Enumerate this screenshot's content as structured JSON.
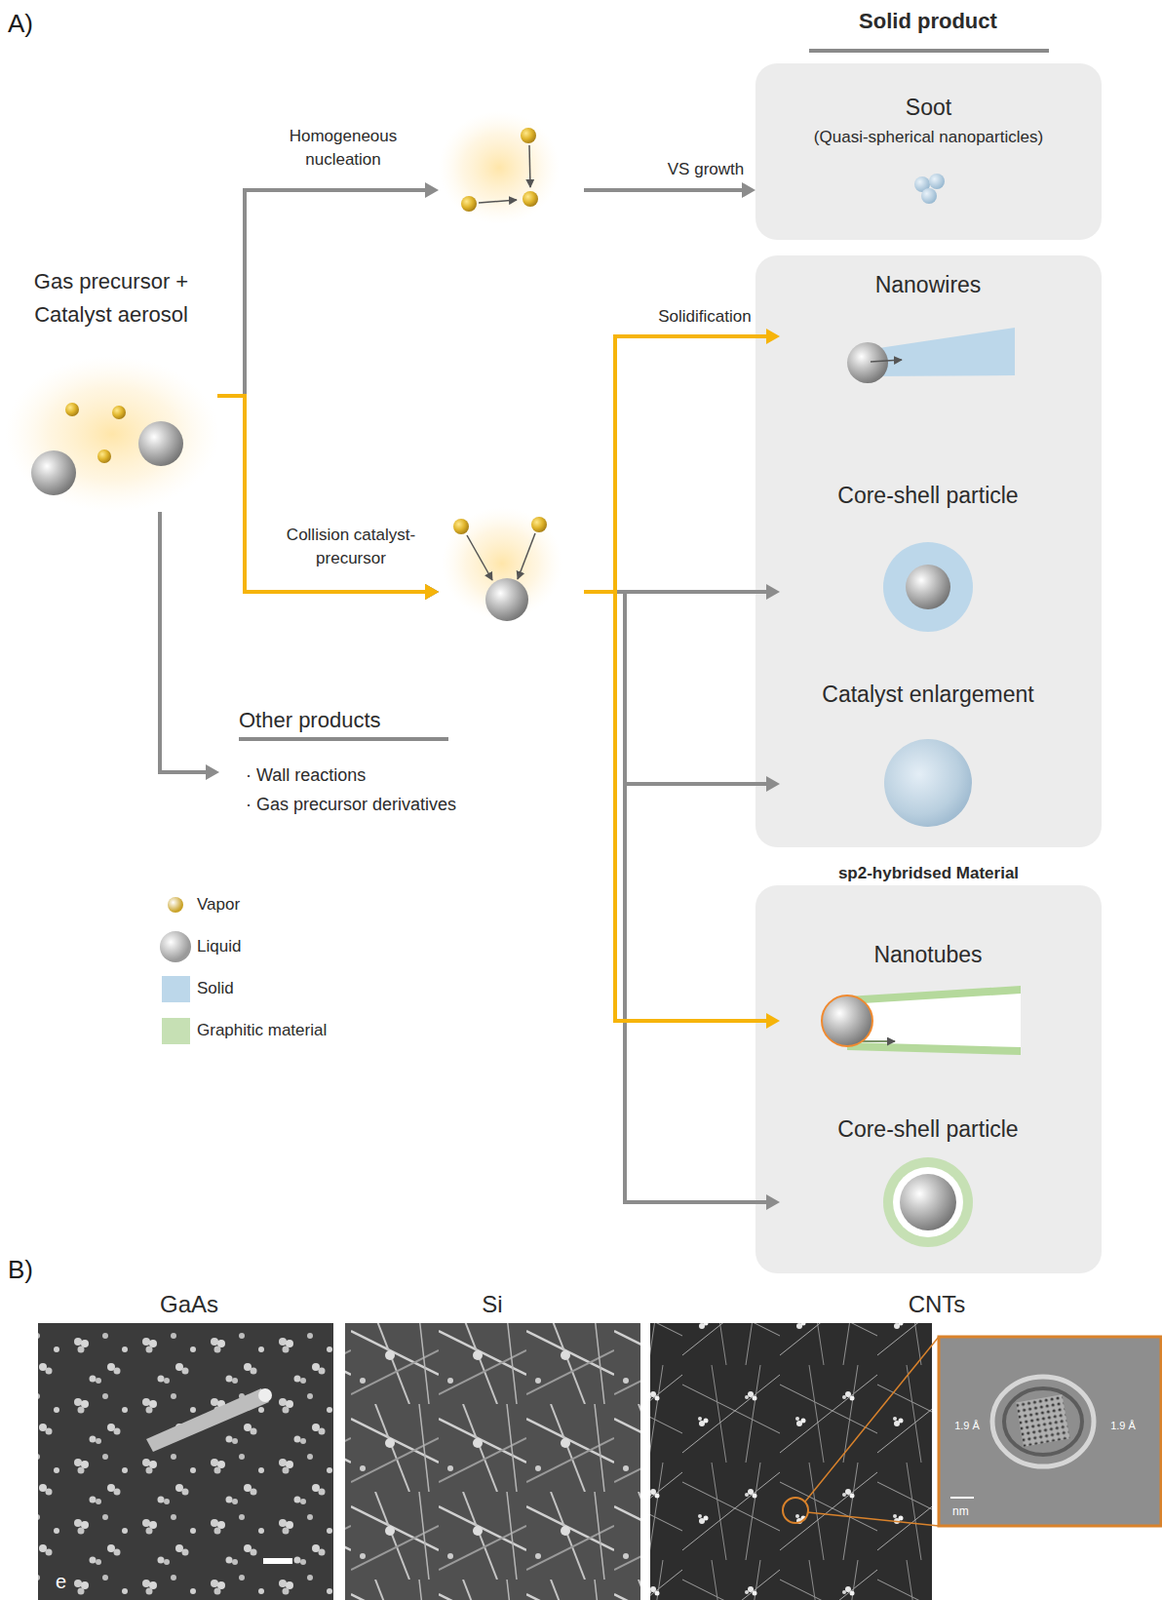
{
  "diagram": {
    "nodes": [
      {
        "text": [
          "Gas precursor + Catalyst aerosol"
        ]
      },
      {
        "text": [
          "Soot",
          "(Quasi-spherical nanoparticles)"
        ]
      },
      {
        "text": [
          "Nanowires"
        ]
      },
      {
        "text": [
          "Core-shell particle"
        ]
      },
      {
        "text": [
          "Catalyst enlargement"
        ]
      },
      {
        "text": [
          "sp2-hybridsed Material"
        ]
      },
      {
        "text": [
          "Nanotubes"
        ],
        "in": 5
      },
      {
        "text": [
          "Core-shell particle"
        ],
        "in": 5
      },
      {
        "text": [
          "Other products",
          "· Wall reactions",
          "· Gas precursor derivatives"
        ]
      }
    ],
    "edges": [
      {
        "from": 0,
        "to": 1,
        "arrow": "to",
        "label": "Homogeneous nucleation"
      },
      {
        "from": 0,
        "to": 2,
        "arrow": "to",
        "label": "Solidification"
      },
      {
        "from": 0,
        "to": 3,
        "arrow": "to"
      },
      {
        "from": 0,
        "to": 4,
        "arrow": "to"
      },
      {
        "from": 0,
        "to": 6,
        "arrow": "to"
      },
      {
        "from": 0,
        "to": 7,
        "arrow": "to"
      },
      {
        "from": 0,
        "to": 8,
        "arrow": "to"
      }
    ],
    "labels": [
      "A)",
      "Solid product",
      "VS growth",
      "Collision catalyst-precursor",
      "B)",
      "GaAs",
      "Si",
      "CNTs",
      "e",
      "1.9 Å",
      "1.9 Å",
      "nm"
    ],
    "legend": [
      {
        "text": "Vapor",
        "color": "#c9a227"
      },
      {
        "text": "Liquid",
        "color": "#9a9a9a"
      },
      {
        "text": "Solid",
        "color": "#bcd7ea"
      },
      {
        "text": "Graphitic material",
        "color": "#c6e0b4"
      }
    ]
  }
}
